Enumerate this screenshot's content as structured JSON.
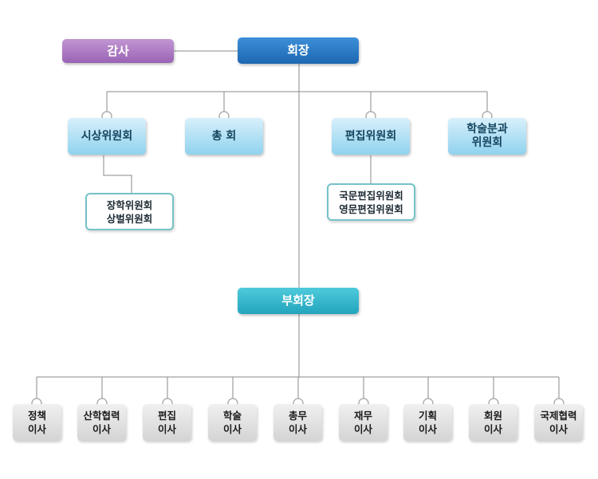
{
  "chairman": "회장",
  "auditor": "감사",
  "committees": [
    "시상위원회",
    "총 회",
    "편집위원회",
    "학술분과\n위원회"
  ],
  "committee_subs": {
    "awards": "장학위원회\n상벌위원회",
    "editorial": "국문편집위원회\n영문편집위원회"
  },
  "vice_chairman": "부회장",
  "directors": [
    "정책\n이사",
    "산학협력\n이사",
    "편집\n이사",
    "학술\n이사",
    "총무\n이사",
    "재무\n이사",
    "기획\n이사",
    "회원\n이사",
    "국제협력\n이사"
  ],
  "colors": {
    "chairman": "#2a78c4",
    "auditor": "#ad7cc4",
    "committee": "#a9dcf2",
    "sub_border": "#74c3c8",
    "vice_chairman": "#2fb6cb",
    "director": "#dcdcdc",
    "connector": "#8a8a8a"
  }
}
